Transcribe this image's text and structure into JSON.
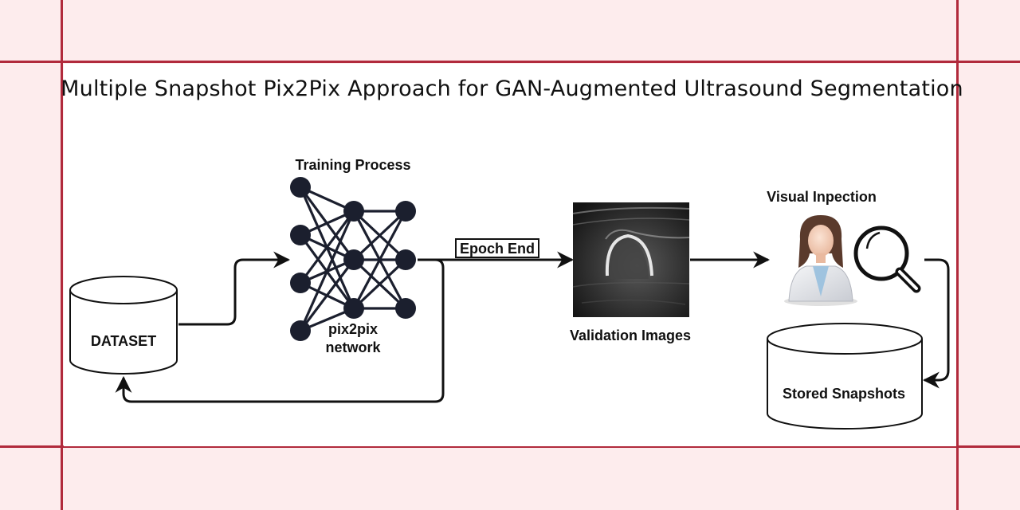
{
  "title": "Multiple Snapshot Pix2Pix Approach for GAN-Augmented Ultrasound Segmentation",
  "nodes": {
    "dataset": "DATASET",
    "training_process": "Training Process",
    "network_line1": "pix2pix",
    "network_line2": "network",
    "epoch_end": "Epoch End",
    "validation_images": "Validation Images",
    "visual_inspection": "Visual Inpection",
    "stored_snapshots": "Stored Snapshots"
  },
  "colors": {
    "frame": "#b12a3c",
    "background": "#fdeced",
    "node_fill": "#1b1f2e"
  },
  "icons": [
    "database-icon",
    "neural-network-icon",
    "ultrasound-image",
    "doctor-icon",
    "magnifier-icon"
  ]
}
